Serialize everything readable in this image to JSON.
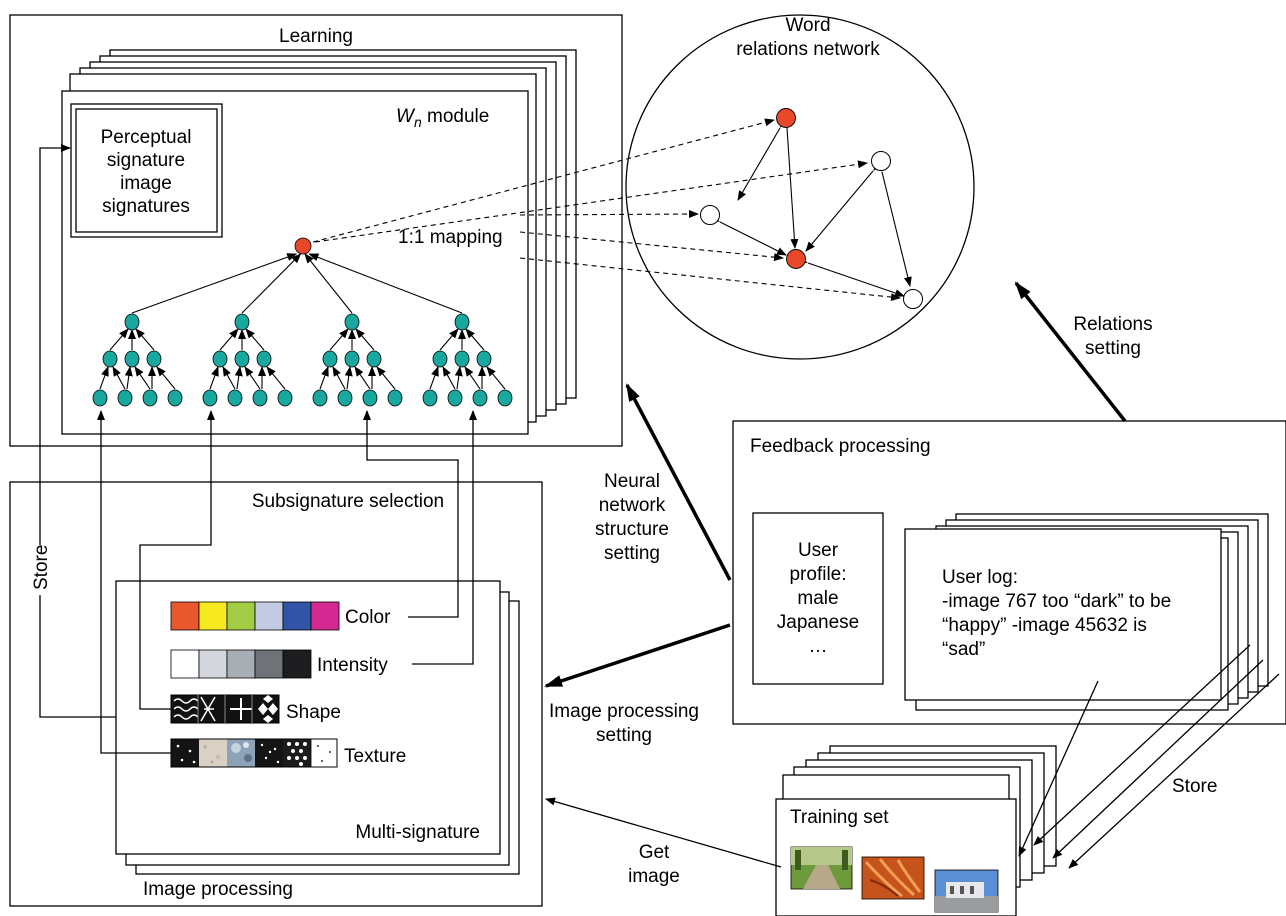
{
  "learning": {
    "title": "Learning",
    "module_label_prefix": "W",
    "module_label_sub": "n",
    "module_label_suffix": " module",
    "perceptual_box": [
      "Perceptual",
      "signature",
      "image",
      "signatures"
    ],
    "mapping_label": "1:1 mapping"
  },
  "word_network": {
    "title_line1": "Word",
    "title_line2": "relations network"
  },
  "side_labels": {
    "store_left": "Store",
    "relations_setting": [
      "Relations",
      "setting"
    ],
    "neural_setting": [
      "Neural",
      "network",
      "structure",
      "setting"
    ],
    "image_processing_setting": [
      "Image processing",
      "setting"
    ],
    "get_image": [
      "Get",
      "image"
    ],
    "store_right": "Store"
  },
  "image_processing": {
    "title": "Image processing",
    "subsignature_selection": "Subsignature selection",
    "multi_signature": "Multi-signature",
    "features": [
      {
        "label": "Color",
        "swatches": [
          "#e8572e",
          "#f6ea1e",
          "#a2cc46",
          "#c3cbe4",
          "#3154a6",
          "#d32990"
        ]
      },
      {
        "label": "Intensity",
        "swatches": [
          "#ffffff",
          "#d4d7dc",
          "#a8aeb5",
          "#6f7377",
          "#1d1d1f"
        ]
      },
      {
        "label": "Shape"
      },
      {
        "label": "Texture"
      }
    ]
  },
  "feedback": {
    "title": "Feedback processing",
    "user_profile": [
      "User",
      "profile:",
      "male",
      "Japanese",
      "…"
    ],
    "user_log": [
      "User log:",
      "-image 767 too “dark” to be",
      "“happy” -image 45632 is",
      "“sad”"
    ]
  },
  "training": {
    "title": "Training set"
  },
  "colors": {
    "teal_node": "#19a8a0",
    "red_node": "#e8472a"
  }
}
